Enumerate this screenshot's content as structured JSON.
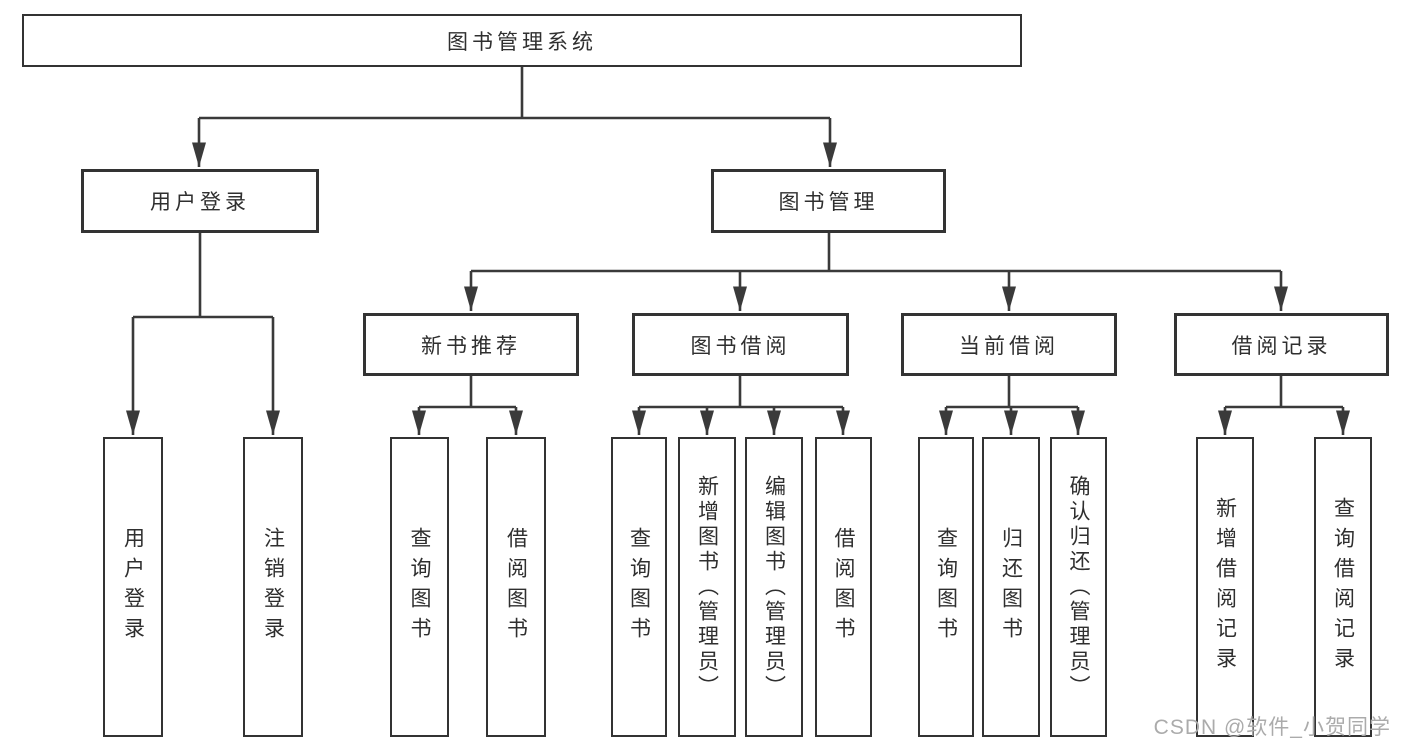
{
  "tree": {
    "label": "图书管理系统",
    "children": [
      {
        "label": "用户登录",
        "children": [
          {
            "label": "用户登录"
          },
          {
            "label": "注销登录"
          }
        ]
      },
      {
        "label": "图书管理",
        "children": [
          {
            "label": "新书推荐",
            "children": [
              {
                "label": "查询图书"
              },
              {
                "label": "借阅图书"
              }
            ]
          },
          {
            "label": "图书借阅",
            "children": [
              {
                "label": "查询图书"
              },
              {
                "label": "新增图书（管理员）"
              },
              {
                "label": "编辑图书（管理员）"
              },
              {
                "label": "借阅图书"
              }
            ]
          },
          {
            "label": "当前借阅",
            "children": [
              {
                "label": "查询图书"
              },
              {
                "label": "归还图书"
              },
              {
                "label": "确认归还（管理员）"
              }
            ]
          },
          {
            "label": "借阅记录",
            "children": [
              {
                "label": "新增借阅记录"
              },
              {
                "label": "查询借阅记录"
              }
            ]
          }
        ]
      }
    ]
  },
  "watermark": {
    "text": "CSDN @软件_小贺同学"
  },
  "colors": {
    "line": "#3a3a3a",
    "border": "#333333",
    "text": "#2f2f2f",
    "watermark": "#ababab",
    "background": "#ffffff"
  }
}
